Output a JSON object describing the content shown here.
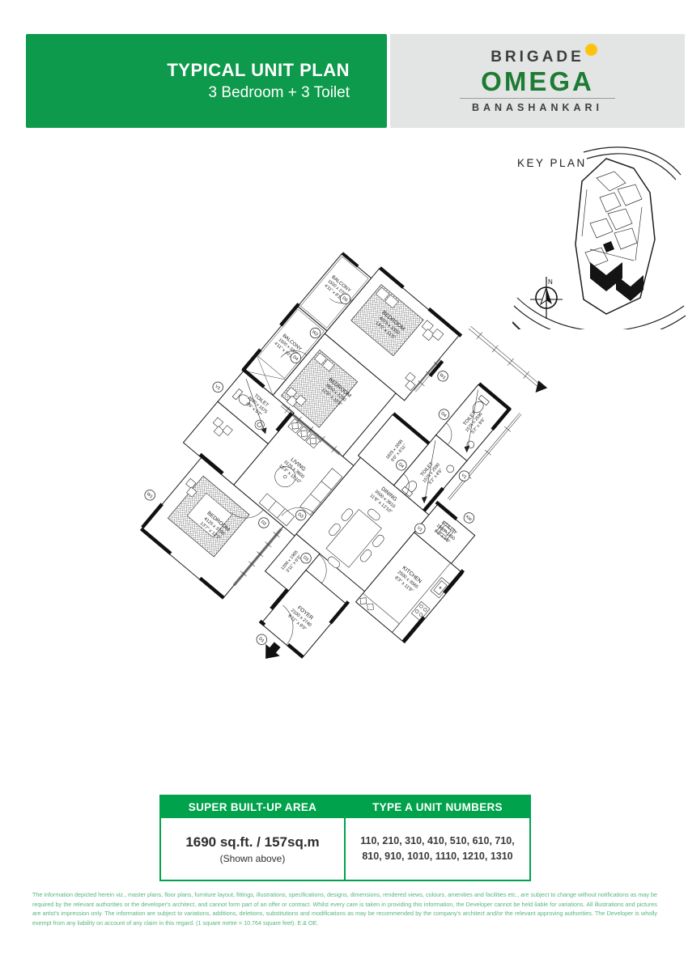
{
  "header": {
    "title": "TYPICAL UNIT PLAN",
    "subtitle": "3 Bedroom + 3 Toilet",
    "band_color": "#0e9a4c"
  },
  "brand": {
    "name": "BRIGADE",
    "project": "OMEGA",
    "location": "BANASHANKARI",
    "dot_color": "#ffc20e",
    "project_color": "#1d7b33",
    "panel_color": "#e3e4e4"
  },
  "key_plan": {
    "label": "KEY PLAN",
    "north_label": "N"
  },
  "floor_plan": {
    "rooms": [
      {
        "id": "balcony-top",
        "name": "BALCONY",
        "mm": "1500 x 2700",
        "ft": "4'11\" x 8'11\""
      },
      {
        "id": "bedroom-a",
        "name": "BEDROOM",
        "mm": "4075 x 3350",
        "ft": "13'5\" x 11'0\""
      },
      {
        "id": "toilet-a",
        "name": "TOILET",
        "mm": "1575 x 2590",
        "ft": "5'2\" x 8'6\""
      },
      {
        "id": "toilet-b",
        "name": "TOILET",
        "mm": "1575 x 2590",
        "ft": "5'2\" x 8'6\""
      },
      {
        "id": "corridor",
        "name": "",
        "mm": "1825 x 2095",
        "ft": "6'0\" x 6'11\""
      },
      {
        "id": "balcony-left",
        "name": "BALCONY",
        "mm": "1500 x 3300",
        "ft": "4'11\" x 10'10\""
      },
      {
        "id": "bedroom-b",
        "name": "BEDROOM",
        "mm": "3650 x 3250",
        "ft": "12'0\" x 10'5\""
      },
      {
        "id": "toilet-c",
        "name": "TOILET",
        "mm": "2590 x 1575",
        "ft": "8'6\" x 5'2\""
      },
      {
        "id": "living",
        "name": "LIVING",
        "mm": "3125 x 3600",
        "ft": "10'3\" x 11'10\""
      },
      {
        "id": "dining",
        "name": "DINING",
        "mm": "3500 x 3910",
        "ft": "11'6\" x 12'10\""
      },
      {
        "id": "utility",
        "name": "UTILITY",
        "mm": "1900 x1450",
        "ft": "6'3\" x 4'9\""
      },
      {
        "id": "kitchen",
        "name": "KITCHEN",
        "mm": "2500 x 3565",
        "ft": "8'3\" x 11'9\""
      },
      {
        "id": "bedroom-c",
        "name": "BEDROOM",
        "mm": "4125 x 3700",
        "ft": "13'7\" x 12'2\""
      },
      {
        "id": "passage",
        "name": "",
        "mm": "1200 x 1905",
        "ft": "3'11\" x 6'3\""
      },
      {
        "id": "foyer",
        "name": "FOYER",
        "mm": "2100 x 2740",
        "ft": "6'11\" x 9'0\""
      }
    ],
    "markers": [
      {
        "label": "D5"
      },
      {
        "label": "D4"
      },
      {
        "label": "D4"
      },
      {
        "label": "D4"
      },
      {
        "label": "D3"
      },
      {
        "label": "D3"
      },
      {
        "label": "D2"
      },
      {
        "label": "D1"
      },
      {
        "label": "W1"
      },
      {
        "label": "W1"
      },
      {
        "label": "W2"
      },
      {
        "label": "V1"
      },
      {
        "label": "V1"
      },
      {
        "label": "V1"
      },
      {
        "label": "KW"
      }
    ]
  },
  "summary_tables": {
    "header_color": "#00a24c",
    "area": {
      "header": "SUPER BUILT-UP AREA",
      "value": "1690 sq.ft. / 157sq.m",
      "note": "(Shown above)"
    },
    "units": {
      "header": "TYPE A UNIT NUMBERS",
      "line1": "110, 210, 310, 410, 510, 610, 710,",
      "line2": "810, 910, 1010, 1110, 1210, 1310"
    }
  },
  "disclaimer": {
    "text": "The information depicted herein viz., master plans, floor plans, furniture layout, fittings, illustrations, specifications, designs, dimensions, rendered views, colours, amenities and facilities etc., are subject to change without notifications as may be required by the relevant authorities or the developer's architect, and cannot form part of an offer or contract.  Whilst every care is taken in providing this information, the Developer cannot be held liable for variations. All illustrations and pictures are artist's impression only. The information are subject to variations, additions, deletions, substitutions and modifications as may be recommended by the company's architect and/or the relevant approving authorities. The Developer is wholly exempt from any liability on account of any claim in this regard. (1 square metre = 10.764 square feet).  E.& OE."
  }
}
